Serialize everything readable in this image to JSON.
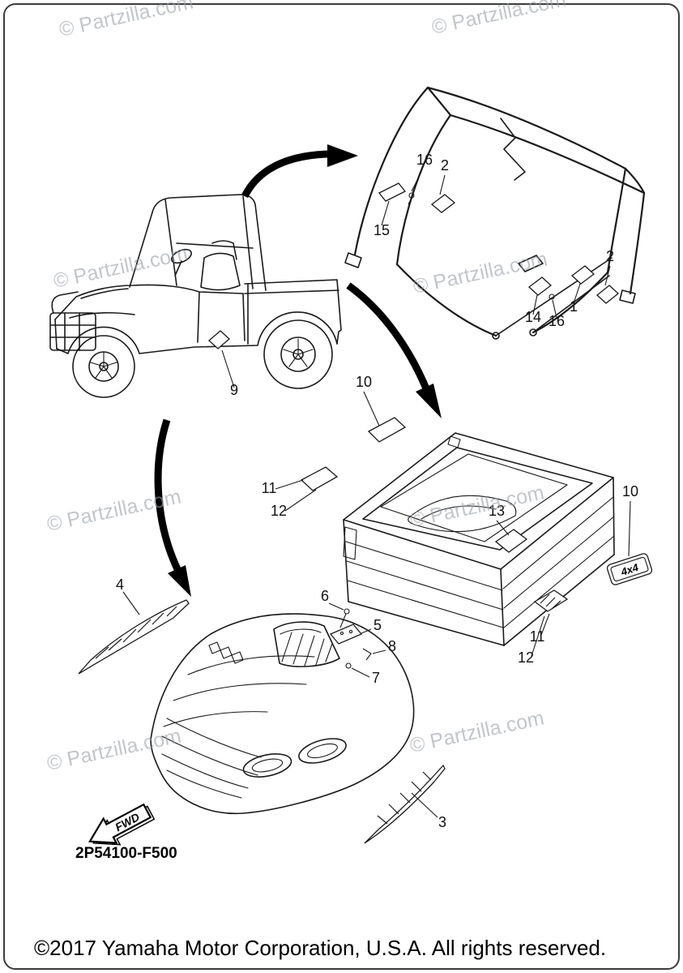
{
  "page": {
    "background": "#ffffff",
    "line_color": "#1a1a1a",
    "watermark_color": "#9aa1a8"
  },
  "watermark": {
    "text": "© Partzilla.com"
  },
  "labels": {
    "part_code": "2P54100-F500",
    "fwd": "FWD",
    "badge_4x4": "4x4"
  },
  "footer": {
    "copyright": "©2017 Yamaha Motor Corporation, U.S.A. All rights reserved."
  },
  "callouts": {
    "cage": [
      "16",
      "2",
      "15",
      "14",
      "16",
      "1",
      "2"
    ],
    "vehicle": [
      "9"
    ],
    "bed": [
      "10",
      "11",
      "12",
      "13",
      "10",
      "11",
      "12"
    ],
    "hood": [
      "4",
      "6",
      "5",
      "8",
      "7",
      "3"
    ]
  }
}
